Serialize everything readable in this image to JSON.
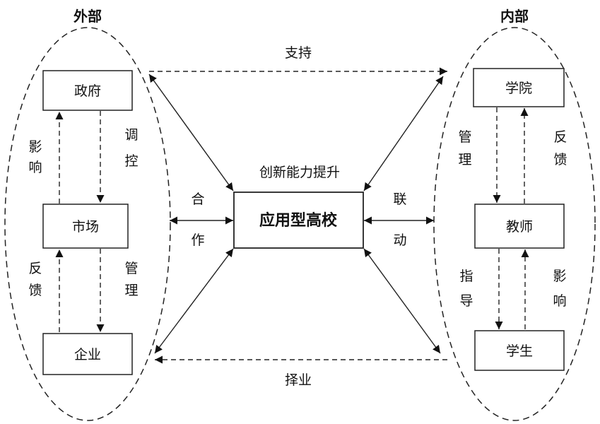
{
  "titles": {
    "external": "外部",
    "internal": "内部"
  },
  "center": {
    "label": "应用型高校",
    "caption": "创新能力提升"
  },
  "external_nodes": {
    "government": "政府",
    "market": "市场",
    "enterprise": "企业"
  },
  "internal_nodes": {
    "college": "学院",
    "teacher": "教师",
    "student": "学生"
  },
  "external_edges": {
    "influence": [
      "影",
      "响"
    ],
    "regulate": [
      "调",
      "控"
    ],
    "feedback": [
      "反",
      "馈"
    ],
    "manage": [
      "管",
      "理"
    ]
  },
  "internal_edges": {
    "manage": [
      "管",
      "理"
    ],
    "feedback": [
      "反",
      "馈"
    ],
    "guide": [
      "指",
      "导"
    ],
    "influence": [
      "影",
      "响"
    ]
  },
  "cross_edges": {
    "support": "支持",
    "choose": "择业",
    "cooperate": [
      "合",
      "作"
    ],
    "link": [
      "联",
      "动"
    ]
  }
}
